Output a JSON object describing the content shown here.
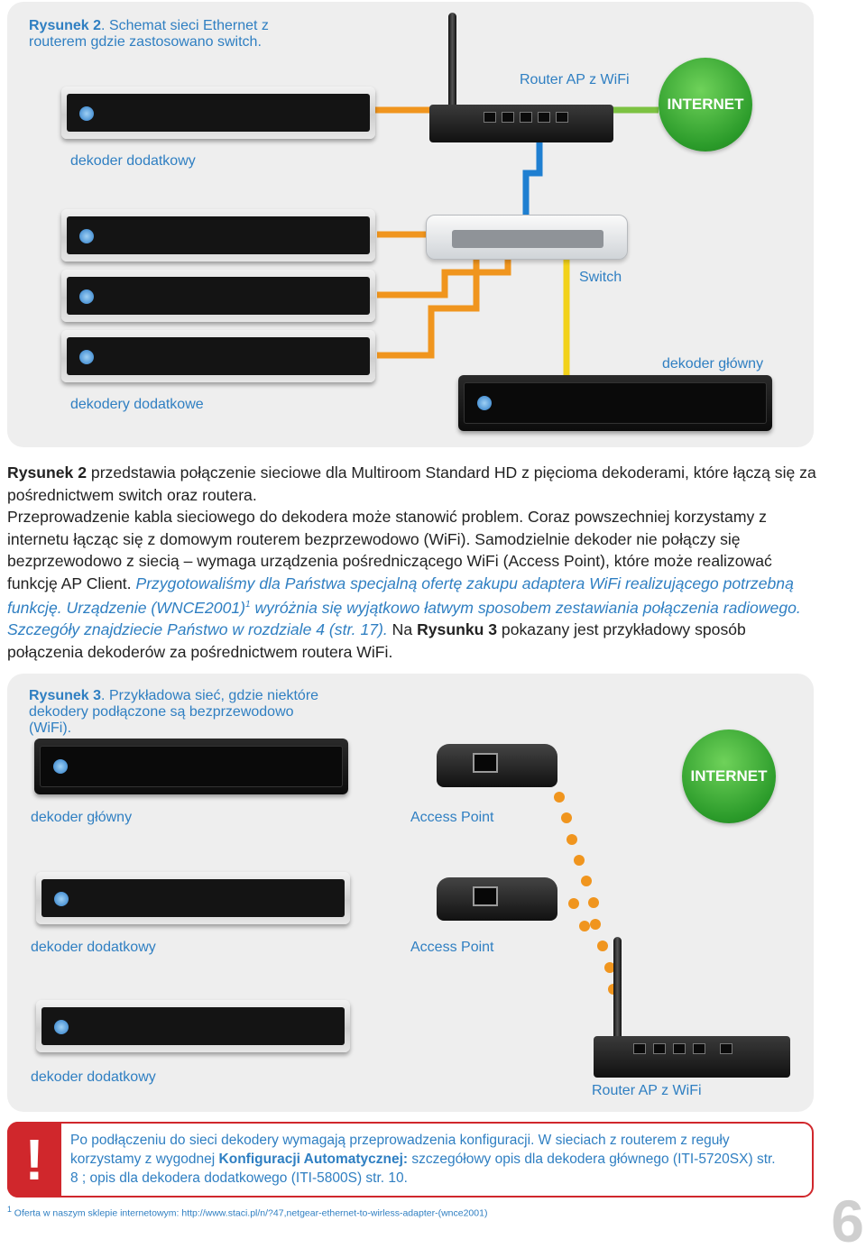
{
  "figure1": {
    "caption_bold": "Rysunek 2",
    "caption_rest": ". Schemat sieci Ethernet z routerem gdzie zastosowano switch.",
    "label_router": "Router AP z WiFi",
    "label_internet": "INTERNET",
    "label_extra_decoder": "dekoder dodatkowy",
    "label_switch": "Switch",
    "label_main_decoder": "dekoder główny",
    "label_extra_decoders": "dekodery dodatkowe"
  },
  "body": {
    "p1_bold": "Rysunek 2",
    "p1_rest": " przedstawia połączenie sieciowe dla Multiroom Standard HD z pięcioma dekoderami, które łączą się za pośrednictwem switch oraz routera.",
    "p2_a": "Przeprowadzenie kabla sieciowego do dekodera może stanowić problem. Coraz powszechniej korzystamy z internetu łącząc się z domowym routerem bezprzewodowo (WiFi). Samodzielnie dekoder nie połączy się bezprzewodowo z siecią – wymaga urządzenia pośredniczącego WiFi (Access Point), które może realizować funkcję AP Client.",
    "p2_italic_1": " Przygotowaliśmy dla Państwa specjalną ofertę zakupu adaptera WiFi realizującego potrzebną funkcję. Urządzenie (WNCE2001)",
    "p2_sup": "1",
    "p2_italic_2": " wyróżnia się wyjątkowo łatwym sposobem zestawiania połączenia radiowego. Szczegóły znajdziecie Państwo w rozdziale 4 (str. 17).",
    "p2_b": " Na ",
    "p2_bold": "Rysunku 3",
    "p2_c": " pokazany jest przykładowy sposób połączenia dekoderów za pośrednictwem routera WiFi."
  },
  "figure2": {
    "caption_bold": "Rysunek 3",
    "caption_rest": ". Przykładowa sieć, gdzie niektóre dekodery podłączone są bezprzewodowo  (WiFi).",
    "label_internet": "INTERNET",
    "label_main_decoder": "dekoder główny",
    "label_ap1": "Access Point",
    "label_extra_decoder_1": "dekoder dodatkowy",
    "label_ap2": "Access Point",
    "label_extra_decoder_2": "dekoder dodatkowy",
    "label_router": "Router AP z WiFi"
  },
  "warning": {
    "icon": "!",
    "text_a": "Po podłączeniu do sieci dekodery wymagają przeprowadzenia konfiguracji.  W sieciach z routerem  z reguły korzystamy z wygodnej ",
    "text_bold": "Konfiguracji Automatycznej:",
    "text_b": " szczegółowy opis dla dekodera głównego (ITI-5720SX) str. 8 ; opis dla dekodera dodatkowego  (ITI-5800S) str. 10."
  },
  "footnote": {
    "mark": "1",
    "text": " Oferta w naszym sklepie internetowym: http://www.staci.pl/n/?47,netgear-ethernet-to-wirless-adapter-(wnce2001)"
  },
  "page_number": "6",
  "colors": {
    "caption_blue": "#2f7fc2",
    "internet_green": "#2b9b2a",
    "cable_orange": "#f0951e",
    "cable_blue": "#1f7fd1",
    "cable_green": "#7cc242",
    "cable_yellow": "#f2d21a",
    "warning_red": "#d0272c"
  }
}
